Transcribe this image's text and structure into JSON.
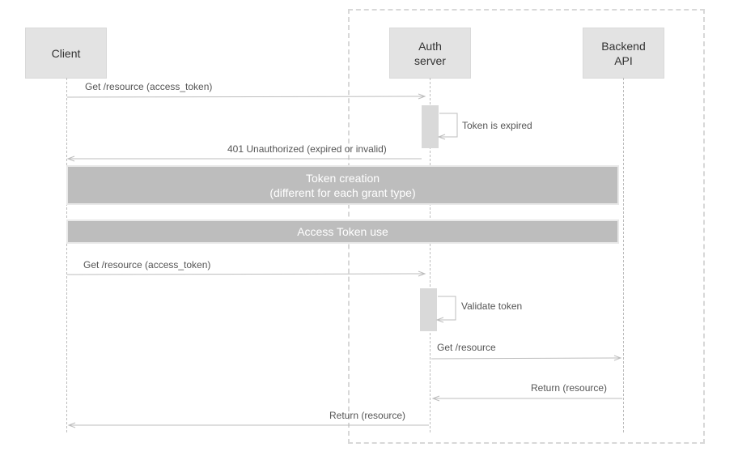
{
  "participants": {
    "client": "Client",
    "auth": "Auth\nserver",
    "backend": "Backend\nAPI"
  },
  "messages": {
    "get_resource_1": "Get /resource (access_token)",
    "self_expired": "Token is expired",
    "unauthorized": "401 Unauthorized (expired or invalid)",
    "get_resource_2": "Get /resource (access_token)",
    "self_validate": "Validate token",
    "get_resource_backend": "Get /resource",
    "return_backend": "Return (resource)",
    "return_client": "Return (resource)"
  },
  "bands": {
    "token_creation_line1": "Token creation",
    "token_creation_line2": "(different for each grant type)",
    "access_token_use": "Access Token use"
  },
  "colors": {
    "line": "#bdbdbd",
    "band": "#bdbdbd",
    "box": "#e3e3e3"
  }
}
